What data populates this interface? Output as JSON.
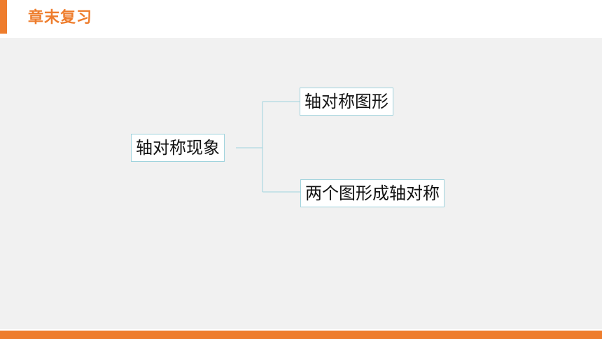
{
  "header": {
    "title": "章末复习"
  },
  "diagram": {
    "root": "轴对称现象",
    "children": [
      "轴对称图形",
      "两个图形成轴对称"
    ]
  },
  "colors": {
    "accent": "#ee7d2d",
    "panel": "#f1f1f1",
    "connector": "#9fd3dd"
  }
}
